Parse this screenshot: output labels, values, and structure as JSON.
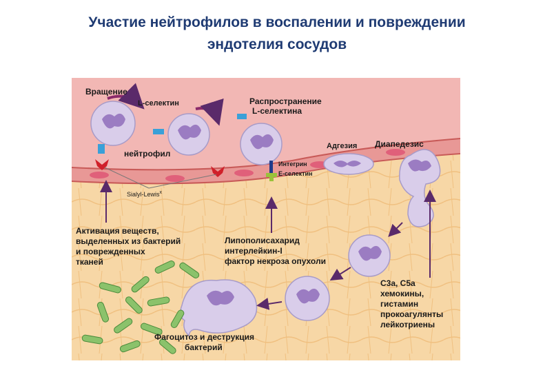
{
  "title": {
    "line1": "Участие нейтрофилов в воспалении и повреждении",
    "line2": "эндотелия сосудов"
  },
  "labels": {
    "rolling": "Вращение",
    "l_selectin": "L-селектин",
    "neutrophil": "нейтрофил",
    "spreading_l1": "Распространение",
    "spreading_l2": "L-селектина",
    "adhesion": "Адгезия",
    "diapedesis": "Диапедезис",
    "integrin": "Интегрин",
    "e_selectin": "Е-селектин",
    "sialyl": "Sialyl-Lewis",
    "sialyl_sup": "x",
    "activation_l1": "Активация веществ,",
    "activation_l2": "выделенных из бактерий",
    "activation_l3": "и поврежденных",
    "activation_l4": "тканей",
    "lps_l1": "Липополисахарид",
    "lps_l2": "интерлейкин-I",
    "lps_l3": "фактор некроза опухоли",
    "phago_l1": "Фагоцитоз и деструкция",
    "phago_l2": "бактерий",
    "chem_l1": "C3a, C5a",
    "chem_l2": "хемокины,",
    "chem_l3": "гистамин",
    "chem_l4": "прокоагулянты",
    "chem_l5": "лейкотриены"
  },
  "colors": {
    "vessel": "#f2b7b4",
    "vessel_edge": "#e07a78",
    "tissue": "#f7d7a6",
    "cell": "#d9cdea",
    "nucleus": "#9b7cc2",
    "bacteria": "#8bc26b",
    "arrow": "#5a2a6a",
    "receptor": "#d0202a"
  }
}
